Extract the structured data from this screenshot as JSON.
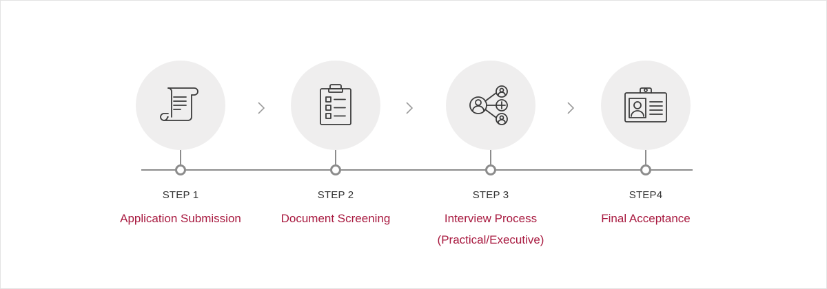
{
  "colors": {
    "accent": "#a8193f",
    "line": "#8c8c8c",
    "circle_bg": "#efeeee",
    "icon_stroke": "#3a3a3a"
  },
  "steps": [
    {
      "label": "STEP 1",
      "title": "Application Submission",
      "icon": "scroll-document-icon"
    },
    {
      "label": "STEP 2",
      "title": "Document Screening",
      "icon": "clipboard-checklist-icon"
    },
    {
      "label": "STEP 3",
      "title_line1": "Interview Process",
      "title_line2": "(Practical/Executive)",
      "icon": "network-people-icon"
    },
    {
      "label": "STEP4",
      "title": "Final Acceptance",
      "icon": "id-badge-icon"
    }
  ]
}
